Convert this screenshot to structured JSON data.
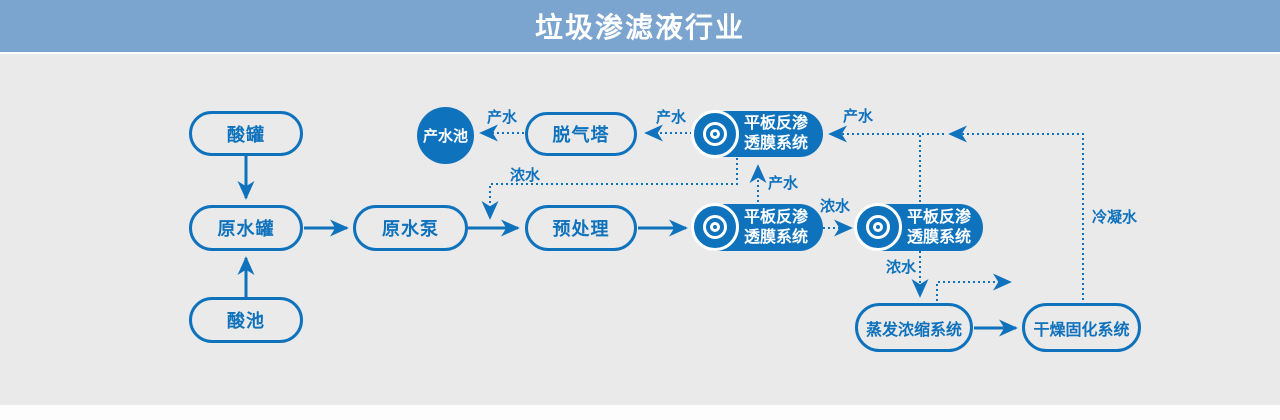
{
  "title": "垃圾渗滤液行业",
  "nodes": {
    "acid_tank": "酸罐",
    "raw_water_tank": "原水罐",
    "acid_pool": "酸池",
    "raw_water_pump": "原水泵",
    "pretreatment": "预处理",
    "degassing_tower": "脱气塔",
    "product_water_pool": "产水池",
    "ro_top": "平板反渗透膜系统",
    "ro_stage1": "平板反渗透膜系统",
    "ro_stage2": "平板反渗透膜系统",
    "evaporation_system": "蒸发浓缩系统",
    "drying_system": "干燥固化系统"
  },
  "flow_labels": {
    "product_to_pool": "产水",
    "product_to_degassing": "产水",
    "product_into_ro_top": "产水",
    "product_stage1_to_top": "产水",
    "concentrate_recycle": "浓水",
    "concentrate_stage1_to_stage2": "浓水",
    "concentrate_to_evaporation": "浓水",
    "condensate_return": "冷凝水"
  },
  "icons": {
    "ro_disc": "concentric-circles-disc"
  },
  "colors": {
    "accent_blue": "#0f72bc",
    "header_blue": "#7ba4ce",
    "canvas_gray": "#eaeaea",
    "text_white": "#ffffff"
  }
}
